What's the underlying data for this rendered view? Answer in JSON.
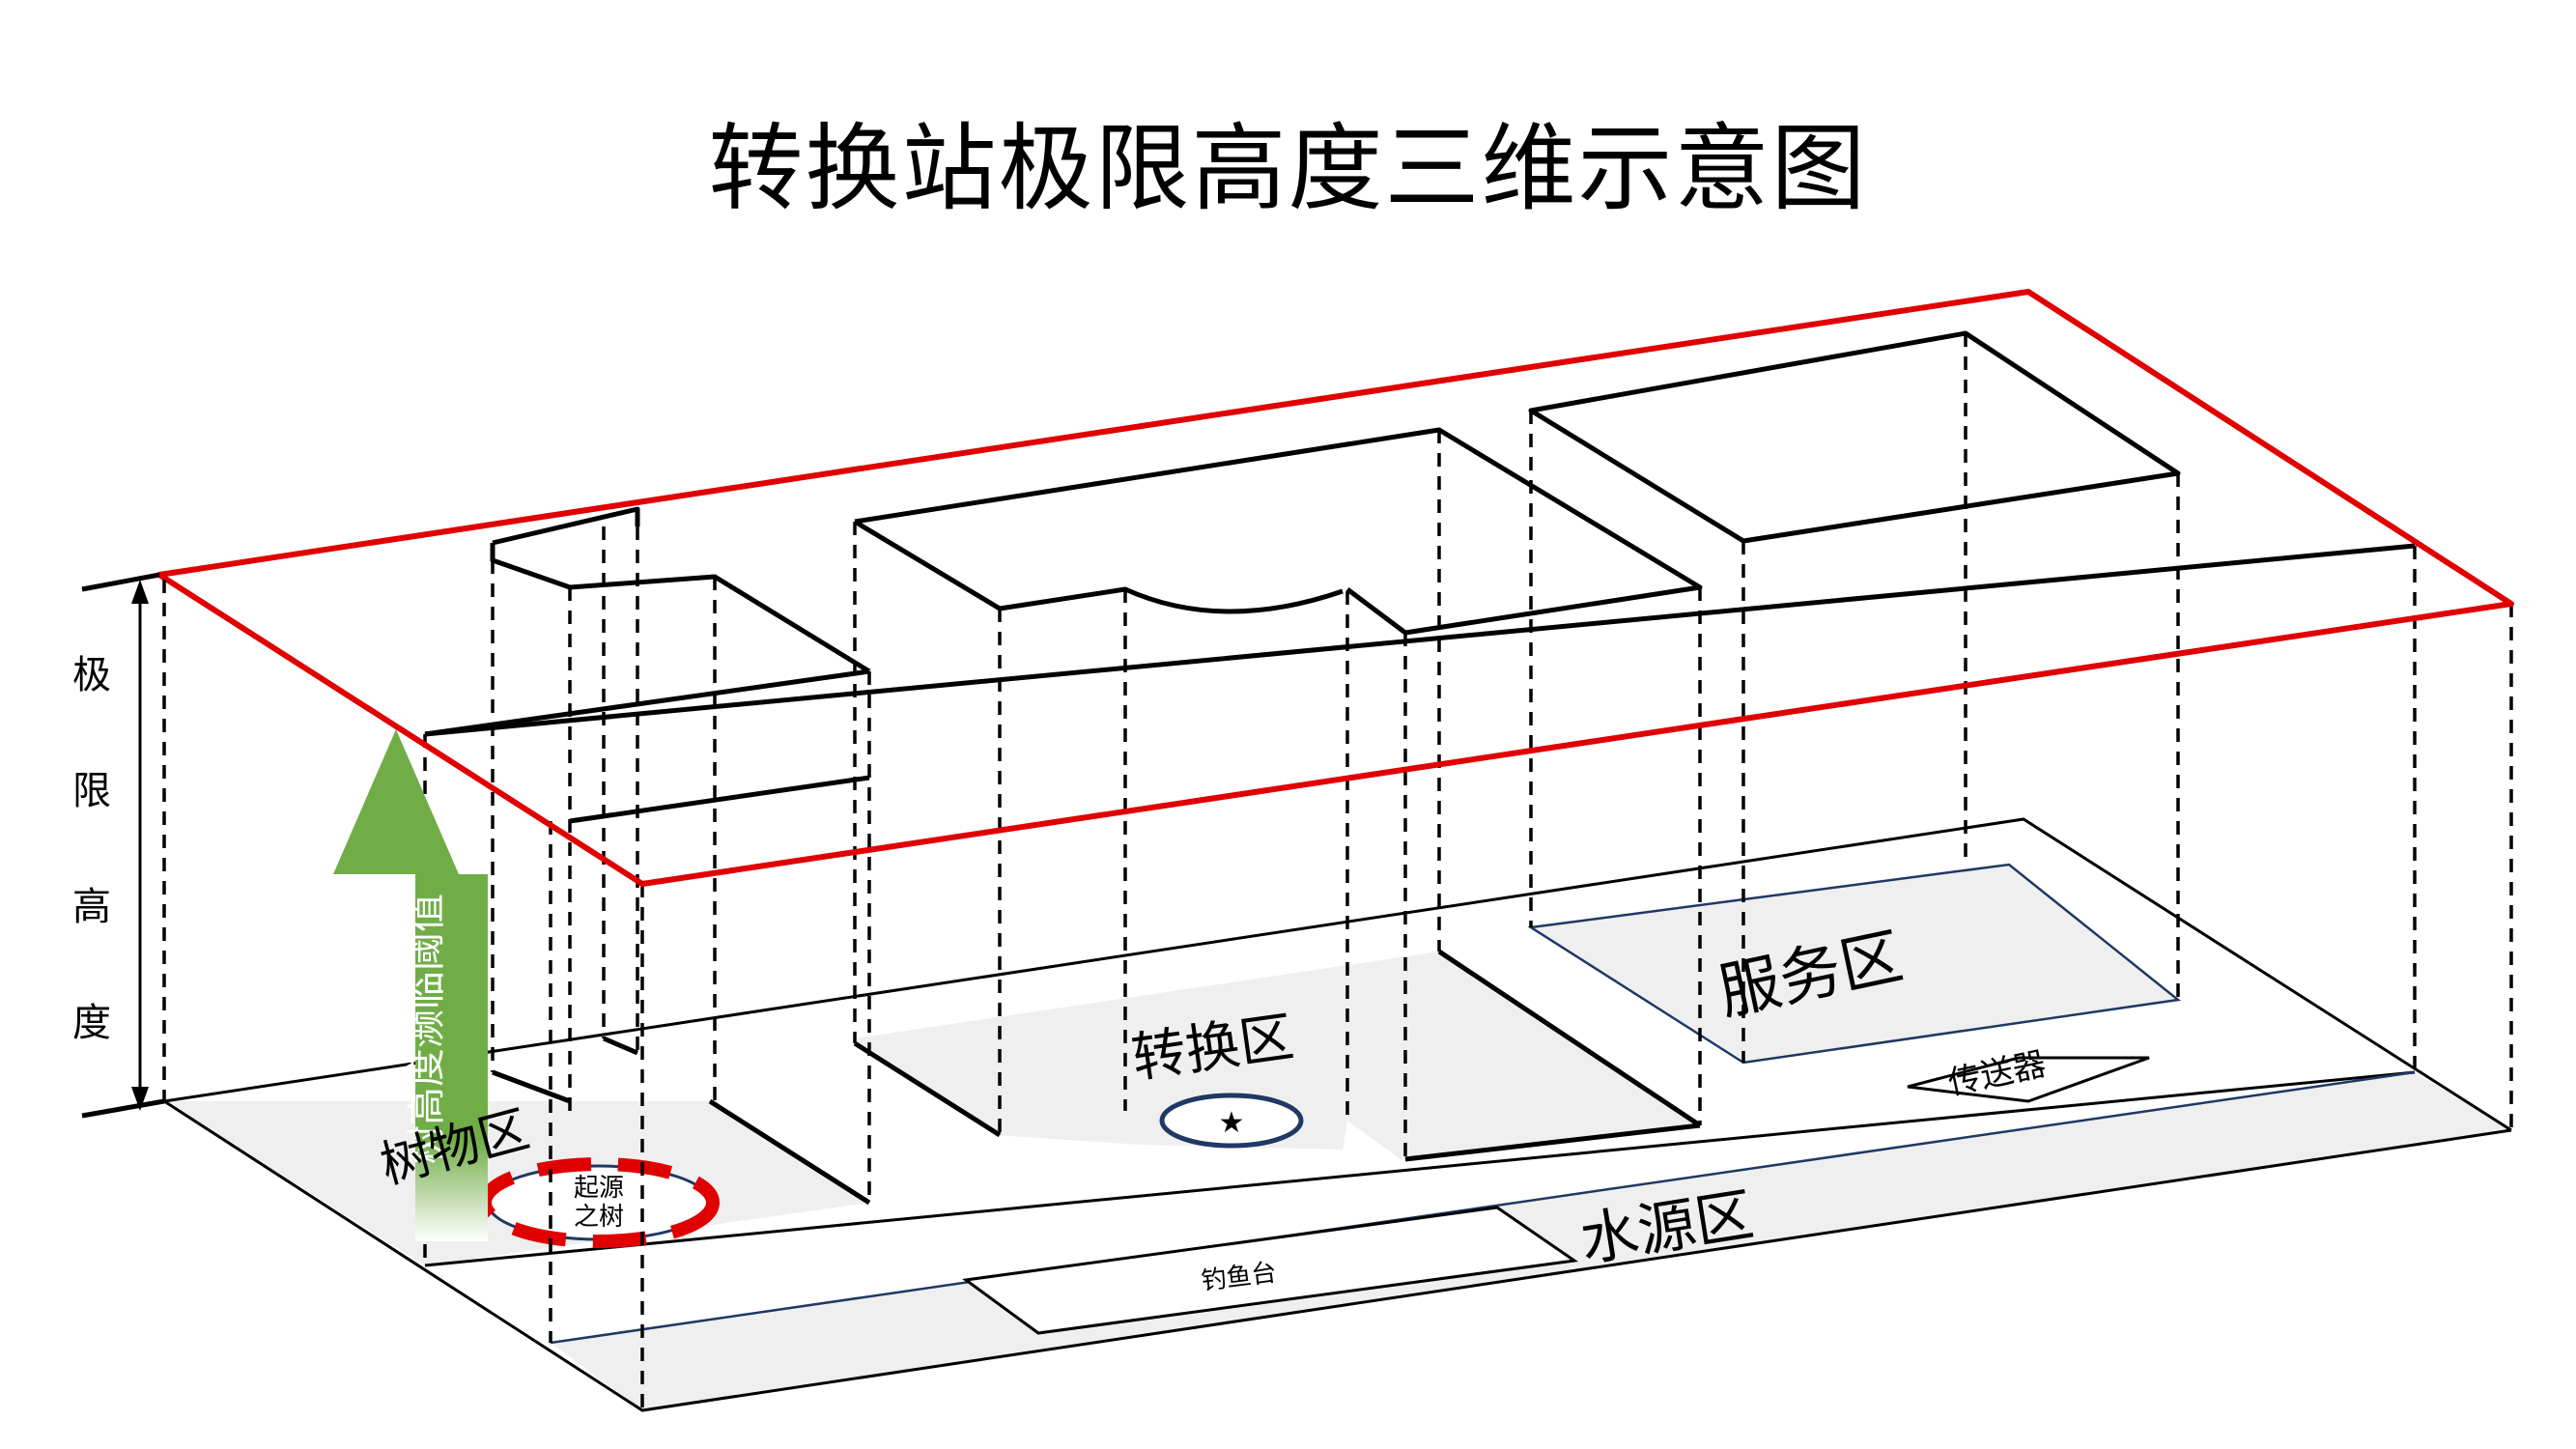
{
  "title": "转换站极限高度三维示意图",
  "vertical_label": [
    "极",
    "限",
    "高",
    "度"
  ],
  "arrow_label": "树高度濒临阈值",
  "zones": {
    "plants": "树物区",
    "origin_tree": [
      "起源",
      "之树"
    ],
    "conversion": "转换区",
    "service": "服务区",
    "water": "水源区",
    "fishing": "钓鱼台",
    "transmitter": "传送器"
  },
  "colors": {
    "limit_plane": "#e00000",
    "arrow": "#70ad47",
    "origin_ring": "#e00000",
    "zone_border": "#1f3864"
  }
}
